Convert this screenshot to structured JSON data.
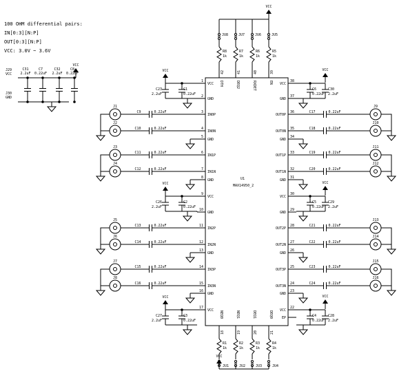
{
  "notes": {
    "line1": "100 OHM differential pairs:",
    "line2": "IN[0:3][N:P]",
    "line3": "OUT[0:3][N:P]",
    "line4": "VCC: 3.0V ~ 3.6V"
  },
  "ic": {
    "ref": "U1",
    "part": "MAX14950_2",
    "left_pins": [
      {
        "num": "1",
        "name": "VCC"
      },
      {
        "num": "2",
        "name": "GND"
      },
      {
        "num": "3",
        "name": "IN0P"
      },
      {
        "num": "4",
        "name": "IN0N"
      },
      {
        "num": "5",
        "name": "GND"
      },
      {
        "num": "6",
        "name": "IN1P"
      },
      {
        "num": "7",
        "name": "IN1N"
      },
      {
        "num": "8",
        "name": "GND"
      },
      {
        "num": "9",
        "name": "VCC"
      },
      {
        "num": "10",
        "name": "GND"
      },
      {
        "num": "11",
        "name": "IN2P"
      },
      {
        "num": "12",
        "name": "IN2N"
      },
      {
        "num": "13",
        "name": "GND"
      },
      {
        "num": "14",
        "name": "IN3P"
      },
      {
        "num": "15",
        "name": "IN3N"
      },
      {
        "num": "16",
        "name": "GND"
      },
      {
        "num": "17",
        "name": "VCC"
      }
    ],
    "right_pins": [
      {
        "num": "38",
        "name": "VCC"
      },
      {
        "num": "37",
        "name": "GND"
      },
      {
        "num": "36",
        "name": "OUT0P"
      },
      {
        "num": "35",
        "name": "OUT0N"
      },
      {
        "num": "34",
        "name": "GND"
      },
      {
        "num": "33",
        "name": "OUT1P"
      },
      {
        "num": "32",
        "name": "OUT1N"
      },
      {
        "num": "31",
        "name": "GND"
      },
      {
        "num": "30",
        "name": "VCC"
      },
      {
        "num": "29",
        "name": "GND"
      },
      {
        "num": "28",
        "name": "OUT2P"
      },
      {
        "num": "27",
        "name": "OUT2N"
      },
      {
        "num": "26",
        "name": "GND"
      },
      {
        "num": "25",
        "name": "OUT3P"
      },
      {
        "num": "24",
        "name": "OUT3N"
      },
      {
        "num": "23",
        "name": "GND"
      },
      {
        "num": "22",
        "name": "VCC"
      },
      {
        "num": "",
        "name": "EP"
      }
    ],
    "top_pins": [
      {
        "num": "42",
        "name": "DTH"
      },
      {
        "num": "41",
        "name": "DEQ2"
      },
      {
        "num": "40",
        "name": "RXDET"
      },
      {
        "num": "39",
        "name": "EN"
      }
    ],
    "bottom_pins": [
      {
        "num": "18",
        "name": "NEQ0"
      },
      {
        "num": "19",
        "name": "NEQ1"
      },
      {
        "num": "20",
        "name": "DEQ1"
      },
      {
        "num": "21",
        "name": "DEQ0"
      }
    ]
  },
  "power": {
    "vcc": "VCC",
    "gnd": "GND"
  },
  "test_points": {
    "j29": "J29",
    "j30": "J30"
  },
  "bulk_caps": [
    {
      "ref": "C31",
      "value": "2.2uF"
    },
    {
      "ref": "C7",
      "value": "0.22uF"
    },
    {
      "ref": "C32",
      "value": "2.2uF"
    },
    {
      "ref": "C8",
      "value": "0.22uF"
    }
  ],
  "decoupling": [
    {
      "big": {
        "ref": "C23",
        "value": "2.2uF"
      },
      "small": {
        "ref": "C1",
        "value": "0.22uF"
      }
    },
    {
      "big": {
        "ref": "C26",
        "value": "2.2uF"
      },
      "small": {
        "ref": "C2",
        "value": "0.22uF"
      }
    },
    {
      "big": {
        "ref": "C27",
        "value": "2.2uF"
      },
      "small": {
        "ref": "C3",
        "value": "0.22uF"
      }
    },
    {
      "big": {
        "ref": "C30",
        "value": "2.2uF"
      },
      "small": {
        "ref": "C6",
        "value": "0.22uF"
      }
    },
    {
      "big": {
        "ref": "C29",
        "value": "2.2uF"
      },
      "small": {
        "ref": "C5",
        "value": "0.22uF"
      }
    },
    {
      "big": {
        "ref": "C28",
        "value": "2.2uF"
      },
      "small": {
        "ref": "C4",
        "value": "0.22uF"
      }
    }
  ],
  "inputs": [
    {
      "jack": "J1",
      "cap": "C9",
      "value": "0.22uF"
    },
    {
      "jack": "J2",
      "cap": "C10",
      "value": "0.22uF"
    },
    {
      "jack": "J3",
      "cap": "C11",
      "value": "0.22uF"
    },
    {
      "jack": "J4",
      "cap": "C12",
      "value": "0.22uF"
    },
    {
      "jack": "J5",
      "cap": "C13",
      "value": "0.22uF"
    },
    {
      "jack": "J6",
      "cap": "C14",
      "value": "0.22uF"
    },
    {
      "jack": "J7",
      "cap": "C15",
      "value": "0.22uF"
    },
    {
      "jack": "J8",
      "cap": "C16",
      "value": "0.22uF"
    }
  ],
  "outputs": [
    {
      "jack": "J9",
      "cap": "C17",
      "value": "0.22uF"
    },
    {
      "jack": "J10",
      "cap": "C18",
      "value": "0.22uF"
    },
    {
      "jack": "J11",
      "cap": "C19",
      "value": "0.22uF"
    },
    {
      "jack": "J12",
      "cap": "C20",
      "value": "0.22uF"
    },
    {
      "jack": "J13",
      "cap": "C21",
      "value": "0.22uF"
    },
    {
      "jack": "J14",
      "cap": "C22",
      "value": "0.22uF"
    },
    {
      "jack": "J15",
      "cap": "C23",
      "value": "0.22uF"
    },
    {
      "jack": "J16",
      "cap": "C24",
      "value": "0.22uF"
    }
  ],
  "top_straps": [
    {
      "jumper": "JU8",
      "res": "R8",
      "value": "1k"
    },
    {
      "jumper": "JU7",
      "res": "R7",
      "value": "1k"
    },
    {
      "jumper": "JU6",
      "res": "R6",
      "value": "1k"
    },
    {
      "jumper": "JU5",
      "res": "R5",
      "value": "1k"
    }
  ],
  "bottom_straps": [
    {
      "jumper": "JU1",
      "res": "R1",
      "value": "1k"
    },
    {
      "jumper": "JU2",
      "res": "R2",
      "value": "1k"
    },
    {
      "jumper": "JU3",
      "res": "R3",
      "value": "1k"
    },
    {
      "jumper": "JU4",
      "res": "R4",
      "value": "1k"
    }
  ]
}
